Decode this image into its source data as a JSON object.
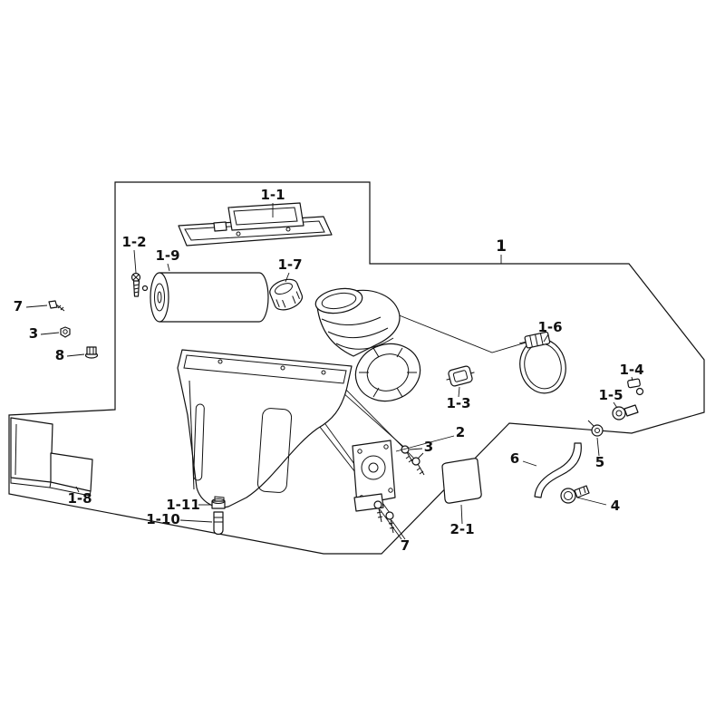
{
  "colors": {
    "background": "#ffffff",
    "line": "#111111"
  },
  "callouts": {
    "c1": {
      "text": "1"
    },
    "c1_1": {
      "text": "1-1"
    },
    "c1_2": {
      "text": "1-2"
    },
    "c1_3": {
      "text": "1-3"
    },
    "c1_4": {
      "text": "1-4"
    },
    "c1_5": {
      "text": "1-5"
    },
    "c1_6": {
      "text": "1-6"
    },
    "c1_7": {
      "text": "1-7"
    },
    "c1_8": {
      "text": "1-8"
    },
    "c1_9": {
      "text": "1-9"
    },
    "c1_10": {
      "text": "1-10"
    },
    "c1_11": {
      "text": "1-11"
    },
    "c2": {
      "text": "2"
    },
    "c2_1": {
      "text": "2-1"
    },
    "c3_left": {
      "text": "3"
    },
    "c3_right": {
      "text": "3"
    },
    "c4": {
      "text": "4"
    },
    "c5": {
      "text": "5"
    },
    "c6": {
      "text": "6"
    },
    "c7_left": {
      "text": "7"
    },
    "c7_bottom": {
      "text": "7"
    },
    "c8": {
      "text": "8"
    }
  }
}
